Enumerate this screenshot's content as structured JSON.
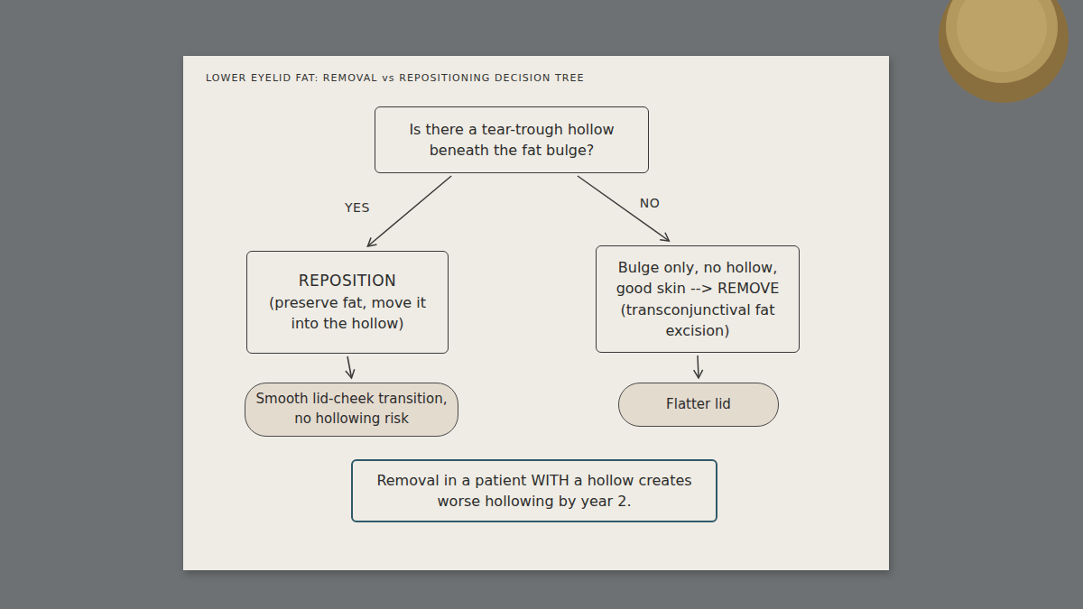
{
  "diagram": {
    "title": "LOWER EYELID FAT: REMOVAL vs REPOSITIONING DECISION TREE",
    "nodes": [
      {
        "text": [
          "Is there a tear-trough hollow beneath the fat bulge?"
        ]
      },
      {
        "text": [
          "REPOSITION",
          "(preserve fat, move it into the hollow)"
        ]
      },
      {
        "text": [
          "Bulge only, no hollow, good skin --> REMOVE (transconjunctival fat excision)"
        ]
      },
      {
        "text": [
          "Smooth lid-cheek transition, no hollowing risk"
        ]
      },
      {
        "text": [
          "Flatter lid"
        ]
      },
      {
        "text": [
          "Removal in a patient WITH a hollow creates worse hollowing by year 2."
        ]
      }
    ],
    "edges": [
      {
        "from": 0,
        "to": 1,
        "label": "YES",
        "arrow": "to"
      },
      {
        "from": 0,
        "to": 2,
        "label": "NO",
        "arrow": "to"
      },
      {
        "from": 1,
        "to": 3,
        "arrow": "to"
      },
      {
        "from": 2,
        "to": 4,
        "arrow": "to"
      }
    ]
  }
}
